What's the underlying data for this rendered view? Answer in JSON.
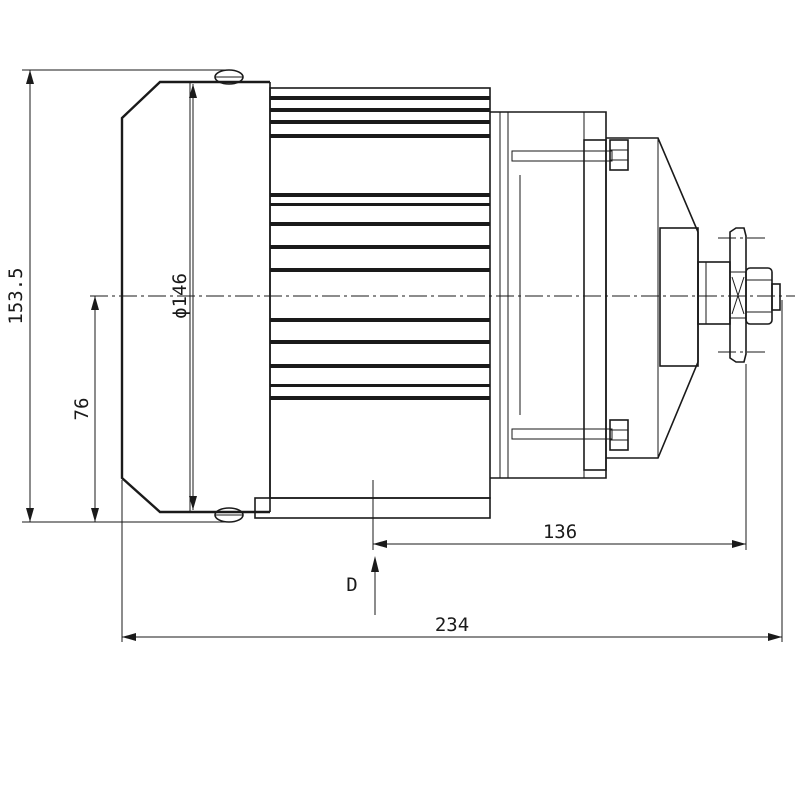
{
  "dimensions": {
    "height_overall": "153.5",
    "diameter": "ϕ146",
    "shaft_height": "76",
    "length_shaft": "136",
    "length_overall": "234",
    "view_label": "D"
  }
}
